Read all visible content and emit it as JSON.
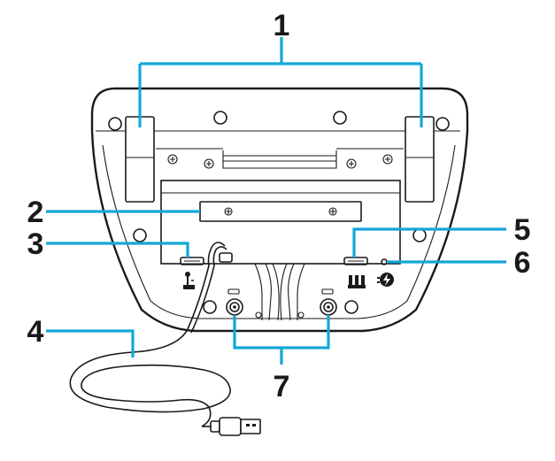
{
  "callouts": {
    "c1": "1",
    "c2": "2",
    "c3": "3",
    "c4": "4",
    "c5": "5",
    "c6": "6",
    "c7": "7"
  },
  "colors": {
    "leader_line": "#13a7d8",
    "ink": "#1a1a1a",
    "background": "#ffffff"
  },
  "icons": {
    "shifter_port": "shifter-port-icon",
    "pedals_port": "pedals-port-icon",
    "power_port": "power-port-icon"
  }
}
